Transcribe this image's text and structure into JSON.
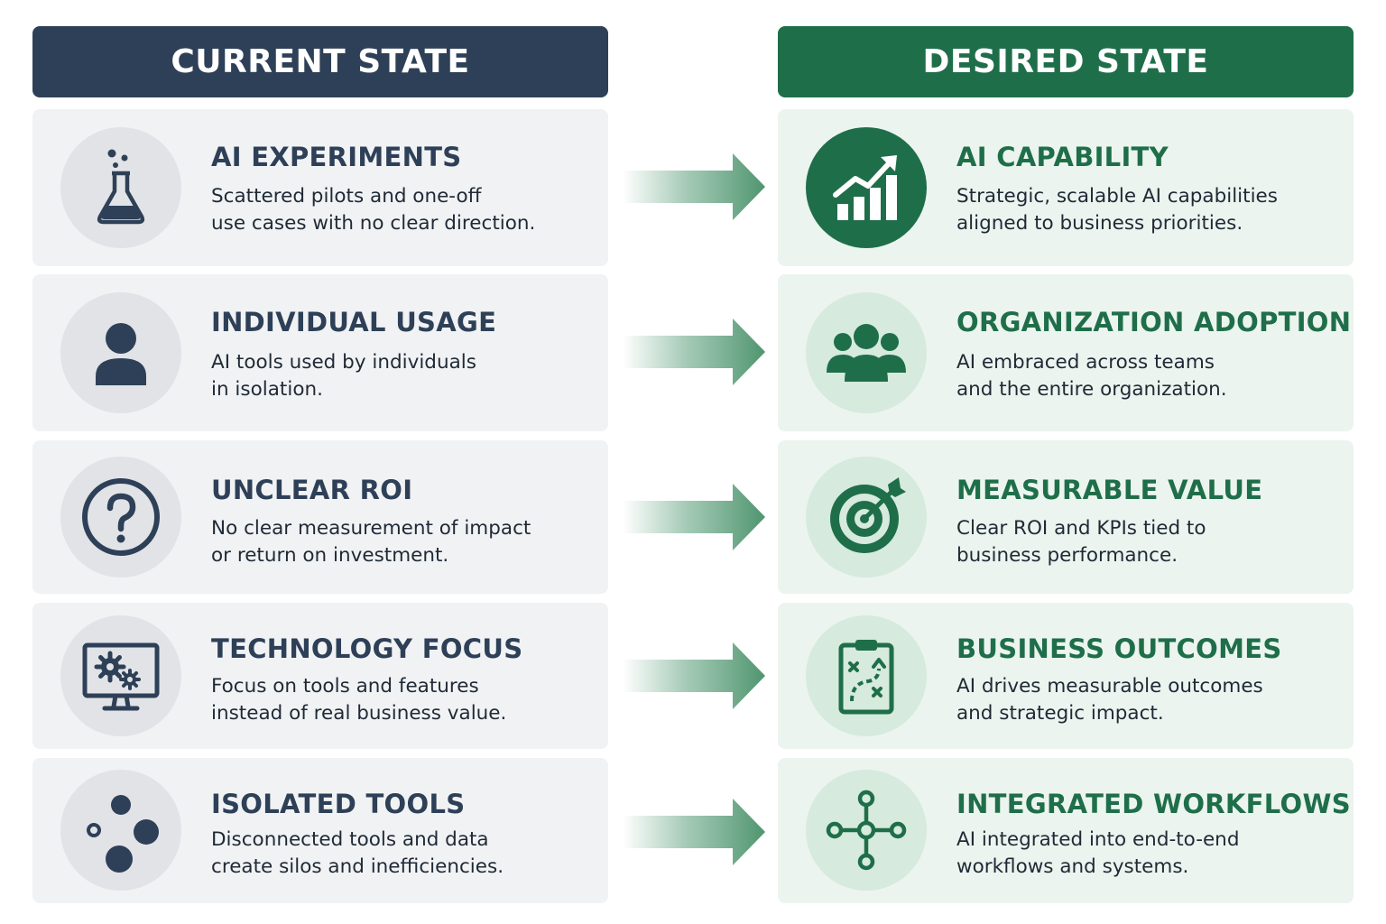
{
  "current_state": {
    "header": "CURRENT STATE",
    "items": [
      {
        "icon": "flask-icon",
        "title": "AI EXPERIMENTS",
        "description": "Scattered pilots and one-off\nuse cases with no clear direction."
      },
      {
        "icon": "person-icon",
        "title": "INDIVIDUAL USAGE",
        "description": "AI tools used by individuals\nin isolation."
      },
      {
        "icon": "question-mark-icon",
        "title": "UNCLEAR ROI",
        "description": "No clear measurement of impact\nor return on investment."
      },
      {
        "icon": "monitor-gears-icon",
        "title": "TECHNOLOGY FOCUS",
        "description": "Focus on tools and features\ninstead of real business value."
      },
      {
        "icon": "scattered-dots-icon",
        "title": "ISOLATED TOOLS",
        "description": "Disconnected tools and data\ncreate silos and inefficiencies."
      }
    ]
  },
  "desired_state": {
    "header": "DESIRED STATE",
    "items": [
      {
        "icon": "growth-chart-icon",
        "title": "AI CAPABILITY",
        "description": "Strategic, scalable AI capabilities\naligned to business priorities."
      },
      {
        "icon": "team-icon",
        "title": "ORGANIZATION ADOPTION",
        "description": "AI embraced across teams\nand the entire organization."
      },
      {
        "icon": "target-icon",
        "title": "MEASURABLE VALUE",
        "description": "Clear ROI and KPIs tied to\nbusiness performance."
      },
      {
        "icon": "clipboard-strategy-icon",
        "title": "BUSINESS OUTCOMES",
        "description": "AI drives measurable outcomes\nand strategic impact."
      },
      {
        "icon": "network-nodes-icon",
        "title": "INTEGRATED WORKFLOWS",
        "description": "AI integrated into end-to-end\nworkflows and systems."
      }
    ]
  },
  "colors": {
    "current_accent": "#2e4057",
    "desired_accent": "#1f6e4a",
    "arrow": "#5a9e7a"
  }
}
